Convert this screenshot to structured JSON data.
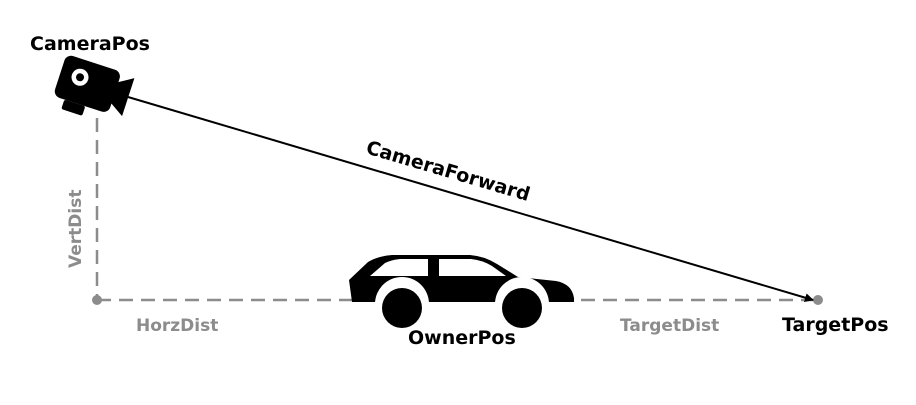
{
  "labels": {
    "camera_pos": "CameraPos",
    "camera_forward": "CameraForward",
    "vert_dist": "VertDist",
    "horz_dist": "HorzDist",
    "owner_pos": "OwnerPos",
    "target_dist": "TargetDist",
    "target_pos": "TargetPos"
  },
  "icons": {
    "camera": "camera-icon",
    "car": "car-icon"
  },
  "colors": {
    "ink": "#000000",
    "guide_gray": "#8c8c8c",
    "background": "#ffffff"
  }
}
